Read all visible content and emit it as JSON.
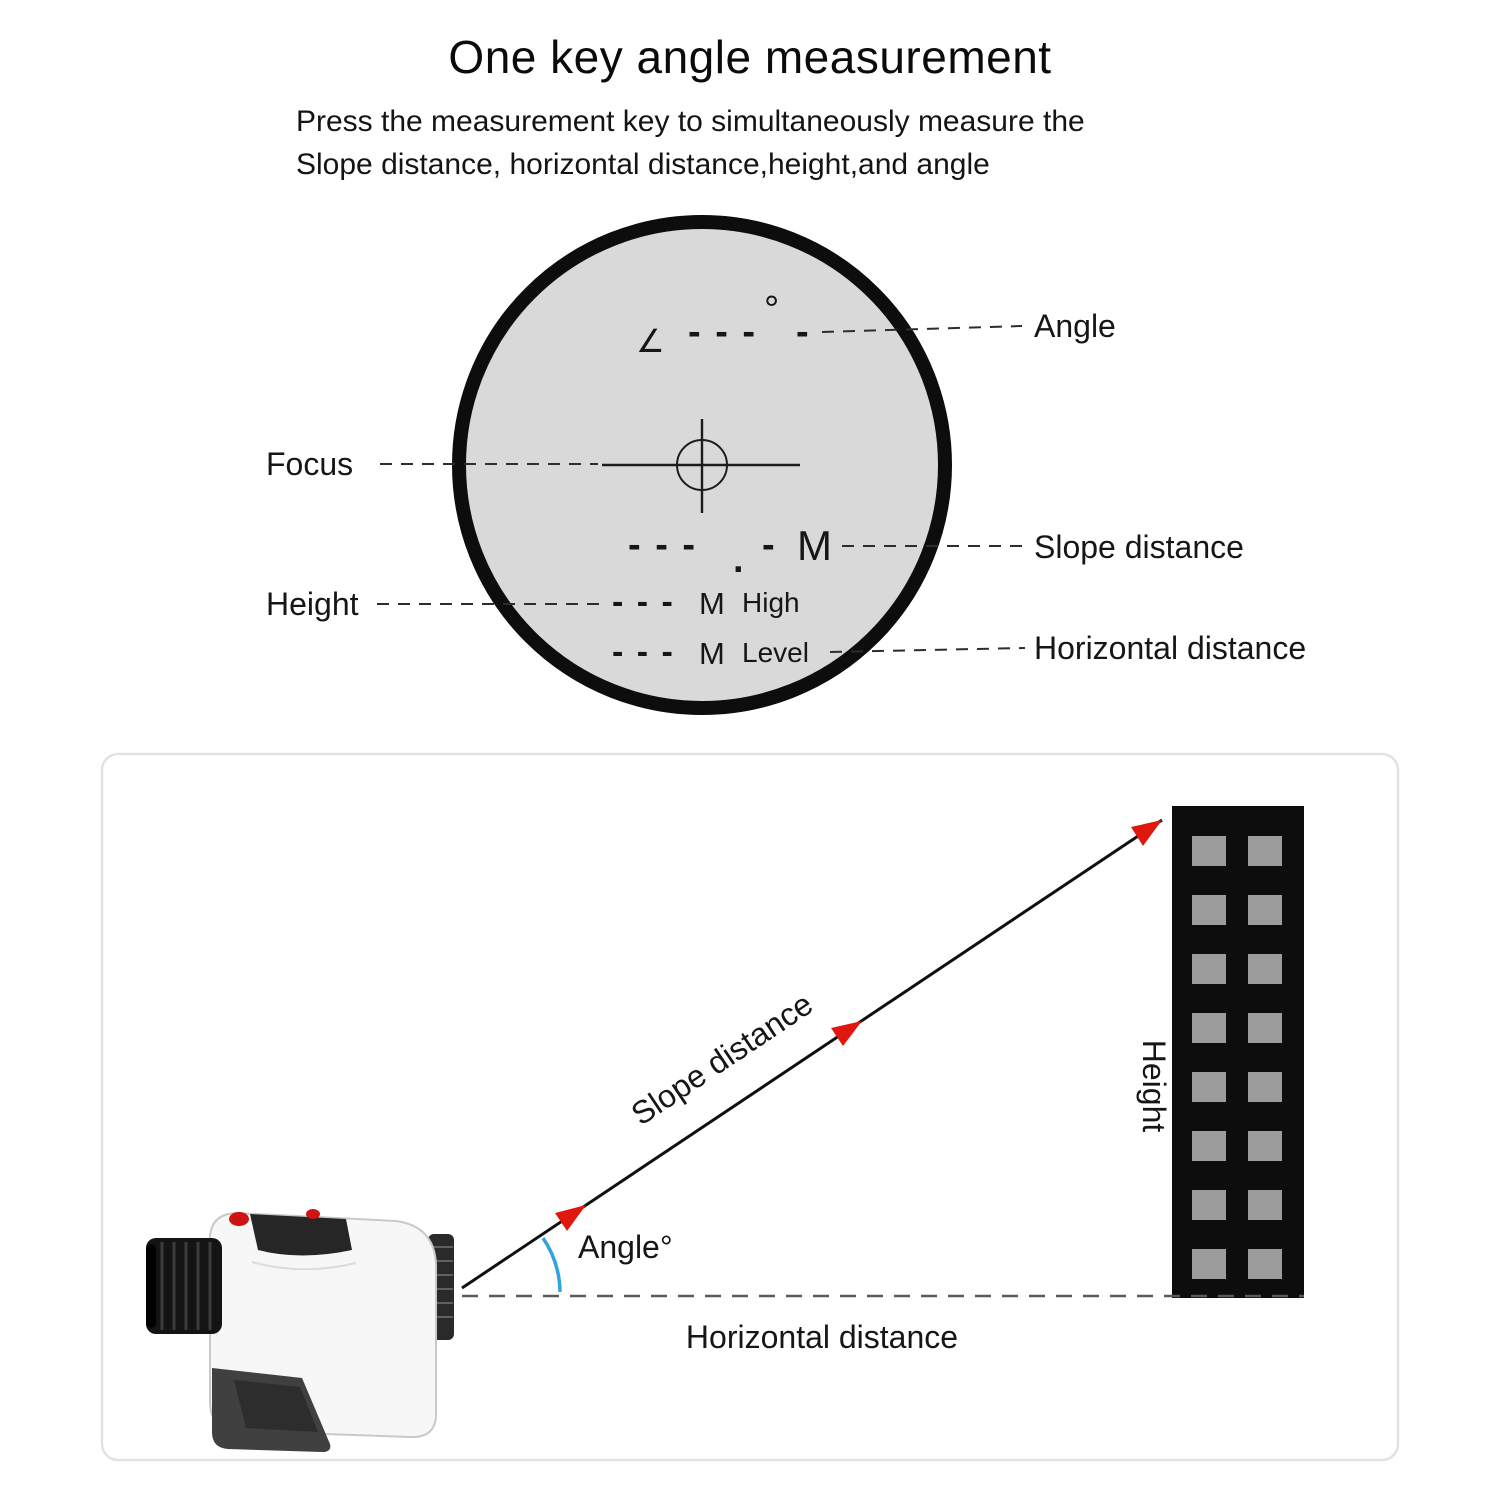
{
  "page": {
    "title": "One key angle measurement",
    "subtitle_line1": "Press the measurement key to simultaneously measure the",
    "subtitle_line2": "Slope distance, horizontal distance,height,and angle"
  },
  "reticle": {
    "angle_symbol": "∠",
    "angle_dashes": "- - -",
    "angle_degree": "°",
    "angle_dash_end": "-",
    "slope_dashes": "- - -",
    "slope_dot": ".",
    "slope_dash_end": "-",
    "slope_unit": "M",
    "high_dashes": "- - -",
    "high_unit": "M",
    "high_label": "High",
    "level_dashes": "- - -",
    "level_unit": "M",
    "level_label": "Level"
  },
  "callouts": {
    "angle": "Angle",
    "focus": "Focus",
    "slope_distance": "Slope distance",
    "height": "Height",
    "horizontal_distance": "Horizontal distance"
  },
  "diagram": {
    "slope_distance_label": "Slope distance",
    "height_label": "Height",
    "angle_label": "Angle°",
    "horizontal_distance_label": "Horizontal distance"
  },
  "colors": {
    "reticle_fill": "#d9d9d9",
    "reticle_ring": "#0d0d0d",
    "arrow_red": "#e0170e",
    "angle_arc": "#33a3dd",
    "building_black": "#0d0d0d",
    "window_gray": "#9c9c9c",
    "device_button_red": "#cf1212"
  }
}
